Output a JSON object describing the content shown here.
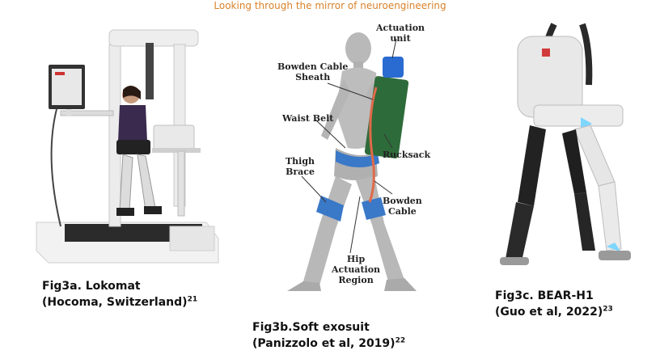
{
  "header": {
    "title": "Looking through the mirror of neuroengineering"
  },
  "figures": [
    {
      "id": "3a",
      "line1": "Fig3a. Lokomat",
      "line2": "(Hocoma, Switzerland)",
      "ref": "21"
    },
    {
      "id": "3b",
      "line1": "Fig3b.Soft exosuit",
      "line2": "(Panizzolo et al, 2019)",
      "ref": "22"
    },
    {
      "id": "3c",
      "line1": "Fig3c. BEAR-H1",
      "line2": "(Guo et al, 2022)",
      "ref": "23"
    }
  ],
  "exosuit_labels": {
    "actuation_unit_1": "Actuation",
    "actuation_unit_2": "unit",
    "bowden_sheath_1": "Bowden Cable",
    "bowden_sheath_2": "Sheath",
    "waist_belt": "Waist Belt",
    "rucksack": "Rucksack",
    "thigh_brace_1": "Thigh",
    "thigh_brace_2": "Brace",
    "bowden_cable_1": "Bowden",
    "bowden_cable_2": "Cable",
    "hip_region_1": "Hip",
    "hip_region_2": "Actuation",
    "hip_region_3": "Region"
  },
  "colors": {
    "header": "#d9822b",
    "rucksack": "#2e6b3a",
    "actuator": "#2a6bd1",
    "brace": "#3a78c8",
    "cable": "#e06a4a",
    "bear_glow": "#7fd6ff"
  }
}
